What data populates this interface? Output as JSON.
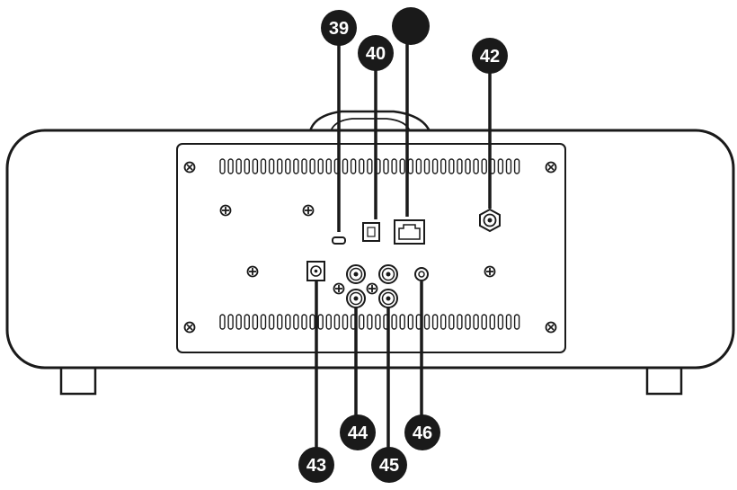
{
  "diagram": {
    "callouts": [
      {
        "id": "c39",
        "number": "39",
        "target": "usb-c-port"
      },
      {
        "id": "c40",
        "number": "40",
        "target": "optical-input-port"
      },
      {
        "id": "c41",
        "number": "",
        "target": "ethernet-port"
      },
      {
        "id": "c42",
        "number": "42",
        "target": "antenna-connector"
      },
      {
        "id": "c43",
        "number": "43",
        "target": "dc-power-input"
      },
      {
        "id": "c44",
        "number": "44",
        "target": "rca-left-column"
      },
      {
        "id": "c45",
        "number": "45",
        "target": "rca-right-column"
      },
      {
        "id": "c46",
        "number": "46",
        "target": "headphone-jack"
      }
    ],
    "colors": {
      "outline": "#1a1a1a",
      "callout_fill": "#1a1a1a",
      "callout_text": "#ffffff",
      "background": "#ffffff"
    }
  }
}
